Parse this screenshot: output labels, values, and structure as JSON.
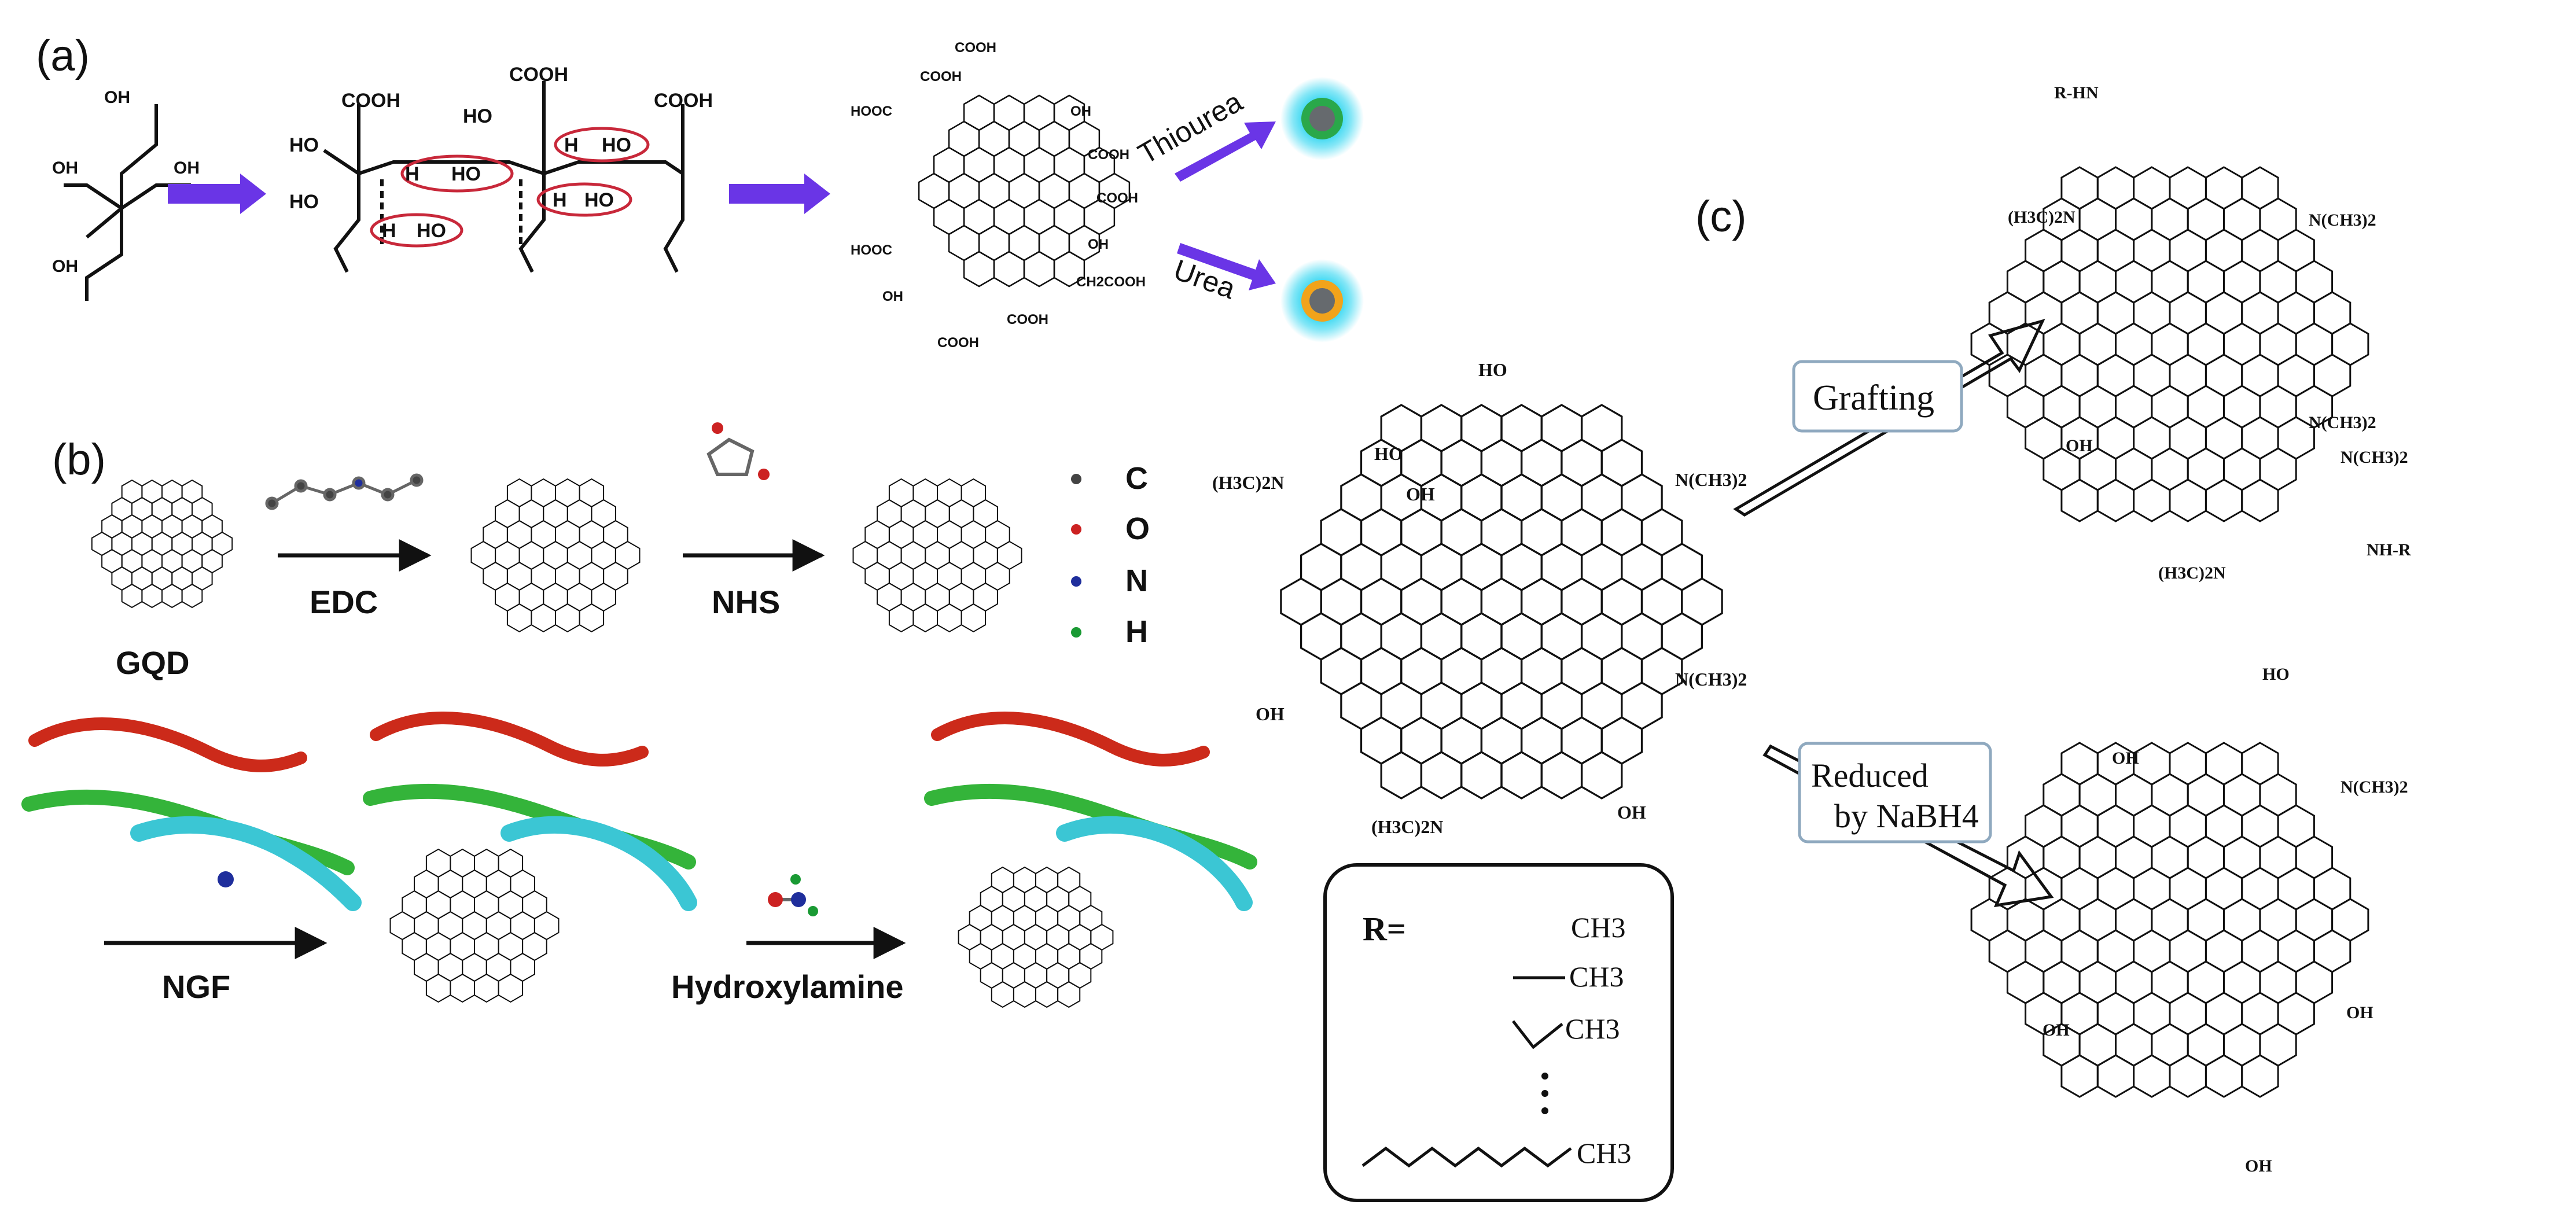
{
  "panels": {
    "a": {
      "label": "(a)",
      "intermediate_labels": {
        "h_bonds": [
          "H",
          "HO",
          "H",
          "HO",
          "H",
          "HO",
          "H",
          "HO"
        ],
        "cooh": [
          "COOH",
          "COOH",
          "COOH"
        ],
        "ho": [
          "HO",
          "HO",
          "HO"
        ]
      },
      "gqd_labels": {
        "cooh": "COOH",
        "hooc": "HOOC",
        "oh": "OH",
        "ch2cooh": "CH2COOH"
      },
      "arrow_labels": {
        "upper": "Thiourea",
        "lower": "Urea"
      },
      "colors": {
        "arrow": "#6a35e6",
        "glow": "#22d3f0",
        "ring_thiourea": "#2aa84a",
        "ring_urea": "#f2a31b",
        "core": "#666a6e",
        "hbond_ellipse": "#c8283a"
      }
    },
    "b": {
      "label": "(b)",
      "gqd_label": "GQD",
      "steps": [
        "EDC",
        "NHS",
        "NGF",
        "Hydroxylamine"
      ],
      "legend": [
        {
          "symbol": "C",
          "color": "#444444"
        },
        {
          "symbol": "O",
          "color": "#cc2222"
        },
        {
          "symbol": "N",
          "color": "#1f2e9c"
        },
        {
          "symbol": "H",
          "color": "#1a9a34"
        }
      ]
    },
    "c": {
      "label": "(c)",
      "routes": [
        "Grafting",
        "Reduced",
        "by NaBH4"
      ],
      "substituent_box": {
        "title": "R=",
        "chains": [
          "CH3",
          "CH3",
          "CH3",
          "CH3"
        ]
      },
      "group_labels": {
        "nme2_right": "N(CH3)2",
        "nme2_left": "(H3C)2N",
        "oh": "OH",
        "ho": "HO",
        "r_hn": "R-HN",
        "nh_r": "NH-R"
      },
      "colors": {
        "box_border": "#8fa9bf",
        "arrow_fill": "#ffffff"
      }
    }
  }
}
